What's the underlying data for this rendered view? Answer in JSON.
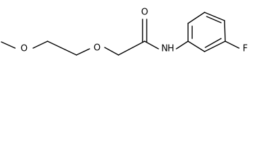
{
  "molecule": {
    "atom_labels": {
      "ether_oxygen_1": "O",
      "ether_oxygen_2": "O",
      "carbonyl_oxygen": "O",
      "amide_nitrogen": "N",
      "amide_hydrogen": "H",
      "fluorine": "F"
    }
  }
}
